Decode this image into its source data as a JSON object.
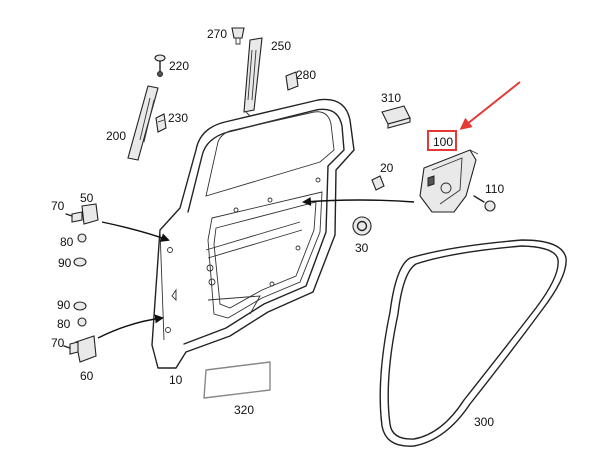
{
  "diagram": {
    "accent_color": "#e53935",
    "highlighted_part": "100",
    "labels": {
      "p10": "10",
      "p20": "20",
      "p30": "30",
      "p50": "50",
      "p60": "60",
      "p70a": "70",
      "p70b": "70",
      "p80a": "80",
      "p80b": "80",
      "p90a": "90",
      "p90b": "90",
      "p100": "100",
      "p110": "110",
      "p200": "200",
      "p220": "220",
      "p230": "230",
      "p250": "250",
      "p270": "270",
      "p280": "280",
      "p300": "300",
      "p310": "310",
      "p320": "320"
    }
  }
}
